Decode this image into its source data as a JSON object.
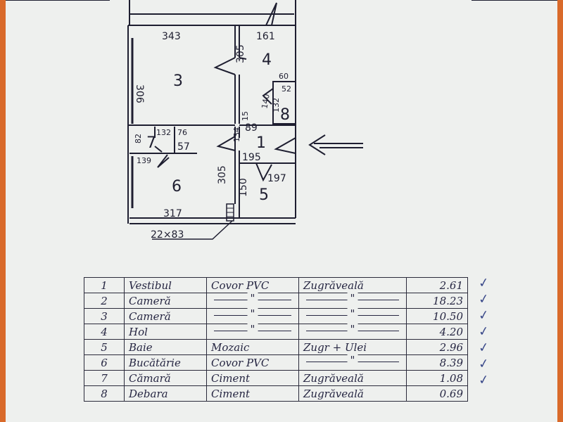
{
  "plan": {
    "dimensions": {
      "d343": "343",
      "d306": "306",
      "d161": "161",
      "d305a": "305",
      "d60": "60",
      "d52": "52",
      "d140": "140",
      "d132a": "132",
      "d15": "15",
      "d89": "89",
      "d134": "134",
      "d82": "82",
      "d132b": "132",
      "d76": "76",
      "d57": "57",
      "d139": "139",
      "d195": "195",
      "d197": "197",
      "d305b": "305",
      "d150": "150",
      "d317": "317",
      "window": "22×83"
    },
    "room_numbers": {
      "r1": "1",
      "r3": "3",
      "r4": "4",
      "r5": "5",
      "r6": "6",
      "r7": "7",
      "r8": "8"
    }
  },
  "table": {
    "rows": [
      {
        "num": "1",
        "name": "Vestibul",
        "floor": "Covor PVC",
        "wall": "Zugrăveală",
        "area": "2.61"
      },
      {
        "num": "2",
        "name": "Cameră",
        "floor": "",
        "wall": "",
        "area": "18.23",
        "ditto": true
      },
      {
        "num": "3",
        "name": "Cameră",
        "floor": "",
        "wall": "",
        "area": "10.50",
        "ditto": true
      },
      {
        "num": "4",
        "name": "Hol",
        "floor": "",
        "wall": "",
        "area": "4.20",
        "ditto": true
      },
      {
        "num": "5",
        "name": "Baie",
        "floor": "Mozaic",
        "wall": "Zugr + Ulei",
        "area": "2.96"
      },
      {
        "num": "6",
        "name": "Bucătărie",
        "floor": "Covor PVC",
        "wall": "",
        "area": "8.39",
        "ditto_wall": true
      },
      {
        "num": "7",
        "name": "Cămară",
        "floor": "Ciment",
        "wall": "Zugrăveală",
        "area": "1.08"
      },
      {
        "num": "8",
        "name": "Debara",
        "floor": "Ciment",
        "wall": "Zugrăveală",
        "area": "0.69"
      }
    ],
    "ditto_mark": "\""
  },
  "checks": {
    "mark": "✓"
  }
}
